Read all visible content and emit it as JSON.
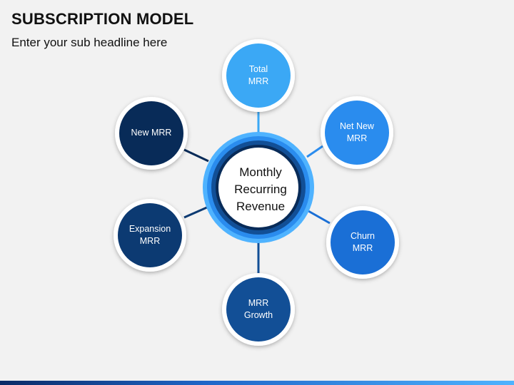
{
  "title": "SUBSCRIPTION MODEL",
  "subtitle": "Enter your sub headline here",
  "center": {
    "label": "Monthly\nRecurring\nRevenue"
  },
  "nodes": [
    {
      "label": "Total\nMRR",
      "color": "#3ba8f5"
    },
    {
      "label": "Net New\nMRR",
      "color": "#2a8cee"
    },
    {
      "label": "Churn\nMRR",
      "color": "#1a6fd6"
    },
    {
      "label": "MRR\nGrowth",
      "color": "#124f96"
    },
    {
      "label": "Expansion\nMRR",
      "color": "#0c3a72"
    },
    {
      "label": "New MRR",
      "color": "#082b58"
    }
  ],
  "colors": {
    "ring_outer": "#4fb3ff",
    "ring_mid": "#2a8cee",
    "ring_inner": "#124f96",
    "ring_core": "#082b58"
  }
}
